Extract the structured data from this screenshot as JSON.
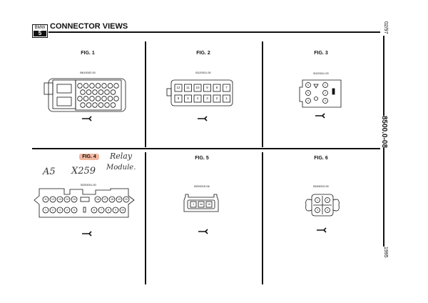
{
  "header": {
    "logo_text": "BMW",
    "logo_number": "5",
    "title": "CONNECTOR VIEWS"
  },
  "side": {
    "date": "02/97",
    "section": "8500.0-08",
    "year": "1995"
  },
  "figures": [
    {
      "label": "FIG. 1",
      "code": "B610002.00"
    },
    {
      "label": "FIG. 2",
      "code": "B120011.00",
      "pins_top": [
        "12",
        "11",
        "10",
        "9",
        "8",
        "7"
      ],
      "pins_bottom": [
        "6",
        "5",
        "4",
        "3",
        "2",
        "1"
      ]
    },
    {
      "label": "FIG. 3",
      "code": "B120011.03",
      "pins_left": [
        "6",
        "5",
        "4"
      ],
      "pins_right": [
        "1",
        "2",
        "3"
      ]
    },
    {
      "label": "FIG. 4",
      "code": "B200001.00",
      "pins_top": [
        "11",
        "12",
        "13",
        "14",
        "15",
        "16",
        "17",
        "18",
        "19",
        "20"
      ],
      "pins_bottom": [
        "1",
        "2",
        "3",
        "4",
        "5",
        "6",
        "7",
        "8",
        "9",
        "10"
      ]
    },
    {
      "label": "FIG. 5",
      "code": "B200015.06",
      "pins": [
        "1",
        "4a",
        "15"
      ]
    },
    {
      "label": "FIG. 6",
      "code": "B045010.00",
      "pins": [
        "1",
        "2",
        "3",
        "4"
      ]
    }
  ],
  "handwriting": {
    "location": "A5",
    "connector": "X259",
    "line1": "Relay",
    "line2": "Module."
  }
}
